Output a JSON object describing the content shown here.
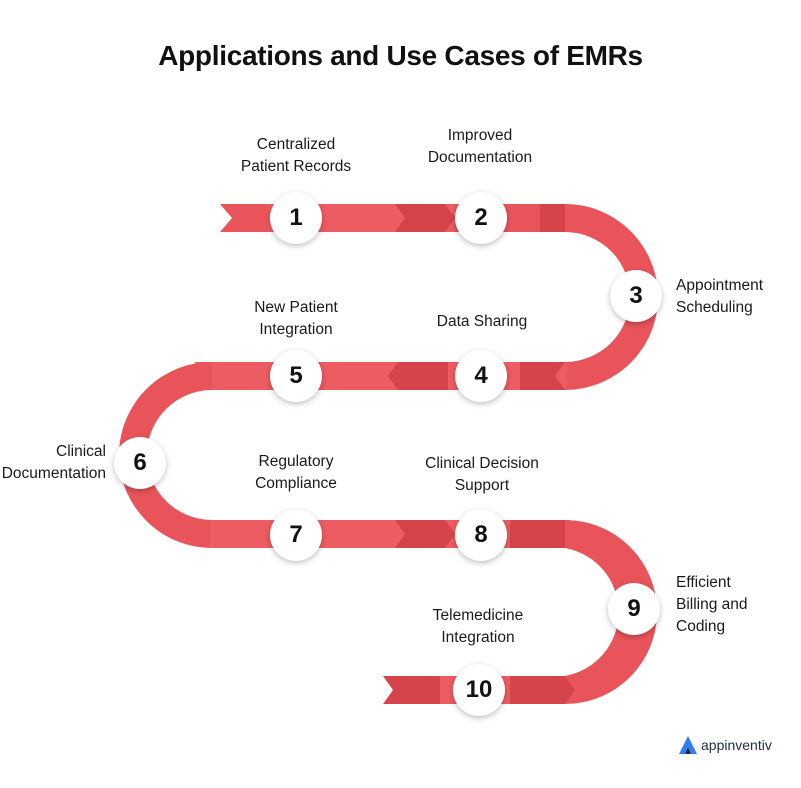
{
  "title": "Applications and Use Cases of EMRs",
  "steps": [
    {
      "number": "1",
      "label": "Centralized\nPatient Records"
    },
    {
      "number": "2",
      "label": "Improved\nDocumentation"
    },
    {
      "number": "3",
      "label": "Appointment\nScheduling"
    },
    {
      "number": "4",
      "label": "Data Sharing"
    },
    {
      "number": "5",
      "label": "New Patient\nIntegration"
    },
    {
      "number": "6",
      "label": "Clinical\nDocumentation"
    },
    {
      "number": "7",
      "label": "Regulatory\nCompliance"
    },
    {
      "number": "8",
      "label": "Clinical Decision\nSupport"
    },
    {
      "number": "9",
      "label": "Efficient\nBilling and\nCoding"
    },
    {
      "number": "10",
      "label": "Telemedicine\nIntegration"
    }
  ],
  "brand": "appinventiv",
  "colors": {
    "road": "#e8545a",
    "road_dark": "#cf3e45",
    "road_light": "#f0686d"
  }
}
